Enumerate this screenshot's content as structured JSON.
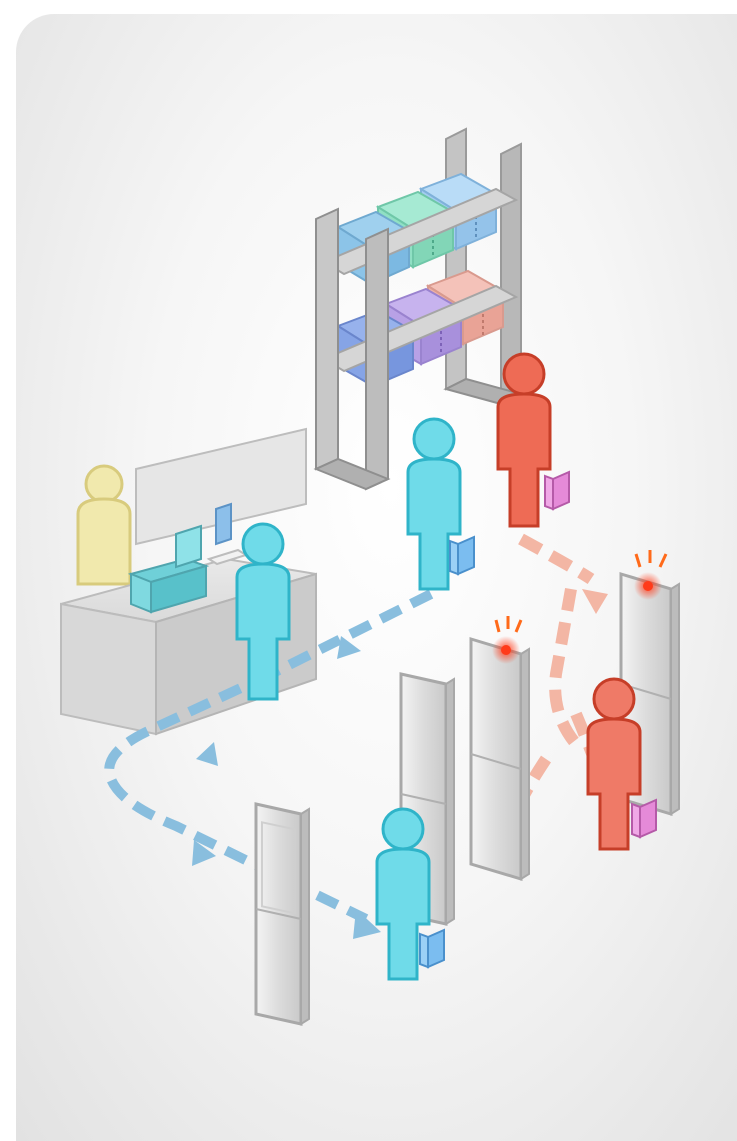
{
  "colors": {
    "card_background": "#efefef",
    "paid_customer": "#5fd4e6",
    "unpaid_customer": "#e8604a",
    "cashier": "#efe6a6",
    "paid_path": "#89bede",
    "alarm_path": "#f3b6a4",
    "alarm_light": "#ff3b1a",
    "shopping_bag_paid": "#6ab4e8",
    "shopping_bag_unpaid": "#e58ad8",
    "shirt_blue": "#a9d2f2",
    "shirt_green": "#8fe0c6",
    "shirt_pink": "#f0b4aa",
    "shirt_purple": "#b59be0",
    "shirt_navy": "#7f9fe0",
    "gate_panel": "#e4e4e4",
    "counter": "#d6d6d6",
    "shelf_frame": "#b9b9b9"
  },
  "scene": {
    "description_free": true,
    "shelf": {
      "rows": 2,
      "items_per_row": 3,
      "item_icon": "folded-shirt-icon"
    },
    "counter": {
      "items": [
        "cashier",
        "cash-register",
        "card-reader"
      ]
    },
    "customers": [
      {
        "role": "paid",
        "icon": "person-icon",
        "bag": true
      },
      {
        "role": "paid",
        "icon": "person-icon",
        "bag": false
      },
      {
        "role": "paid",
        "icon": "person-icon",
        "bag": true
      },
      {
        "role": "unpaid",
        "icon": "person-icon",
        "bag": true
      },
      {
        "role": "unpaid",
        "icon": "person-icon",
        "bag": true
      }
    ],
    "gates": {
      "count": 4,
      "alarming": 2
    },
    "paths": [
      "paid-checkout-path",
      "unpaid-alarm-path"
    ]
  }
}
